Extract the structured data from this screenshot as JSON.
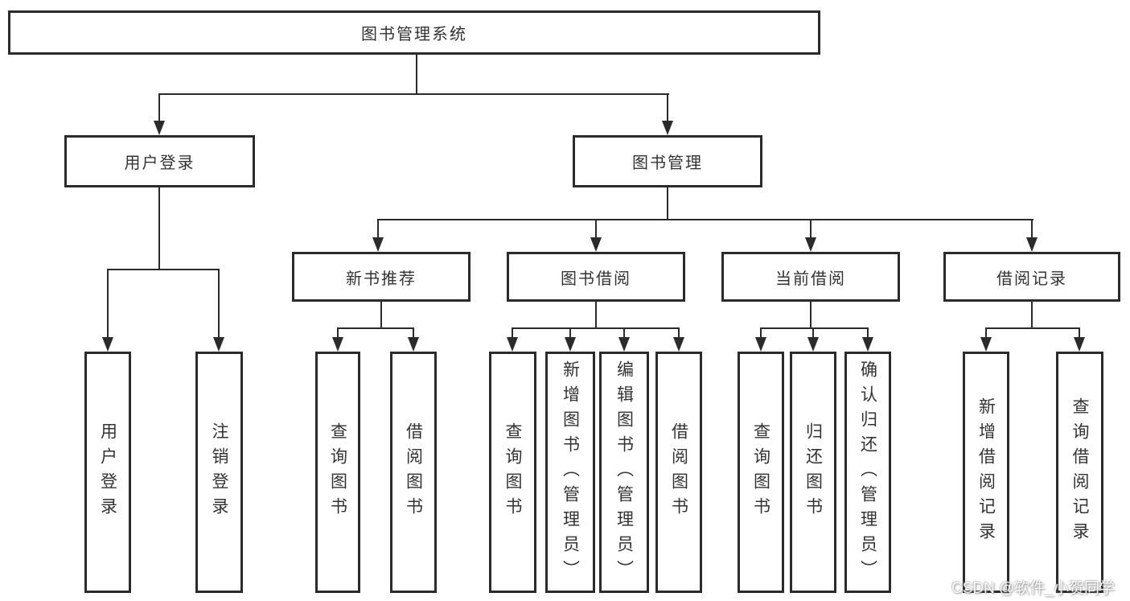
{
  "tree": {
    "label": "图书管理系统",
    "children": [
      {
        "label": "用户登录",
        "children": [
          {
            "label": "用户登录"
          },
          {
            "label": "注销登录"
          }
        ]
      },
      {
        "label": "图书管理",
        "children": [
          {
            "label": "新书推荐",
            "children": [
              {
                "label": "查询图书"
              },
              {
                "label": "借阅图书"
              }
            ]
          },
          {
            "label": "图书借阅",
            "children": [
              {
                "label": "查询图书"
              },
              {
                "label": "新增图书（管理员）"
              },
              {
                "label": "编辑图书（管理员）"
              },
              {
                "label": "借阅图书"
              }
            ]
          },
          {
            "label": "当前借阅",
            "children": [
              {
                "label": "查询图书"
              },
              {
                "label": "归还图书"
              },
              {
                "label": "确认归还（管理员）"
              }
            ]
          },
          {
            "label": "借阅记录",
            "children": [
              {
                "label": "新增借阅记录"
              },
              {
                "label": "查询借阅记录"
              }
            ]
          }
        ]
      }
    ]
  },
  "watermark": {
    "text": "CSDN @软件_小贺同学"
  },
  "colors": {
    "line": "#2b2b2b",
    "text": "#333333",
    "background": "#ffffff"
  }
}
